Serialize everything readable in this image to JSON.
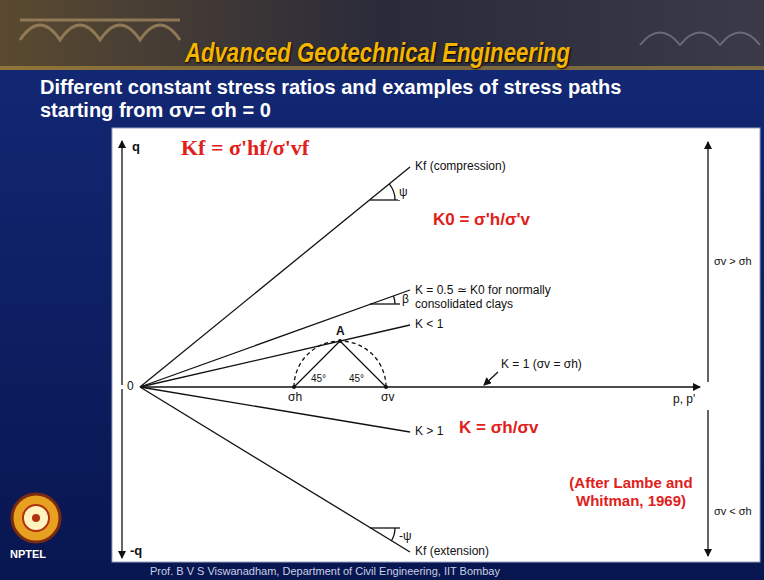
{
  "diagram": {
    "title": "Different constant stress ratios and examples of stress paths starting from σv= σh = 0",
    "labels": [
      "Advanced Geotechnical Engineering",
      "q",
      "-q",
      "0",
      "Kf = σ'hf/σ'vf",
      "Kf (compression)",
      "ψ",
      "K0 = σ'h/σ'v",
      "K = 0.5 ≃ K0 for normally consolidated clays",
      "β",
      "K < 1",
      "A",
      "45°",
      "45°",
      "σh",
      "σv",
      "K = 1 (σv = σh)",
      "K = σh/σv",
      "K > 1",
      "p, p'",
      "σv > σh",
      "σv < σh",
      "-ψ",
      "Kf (extension)",
      "(After Lambe and Whitman, 1969)",
      "NPTEL",
      "Prof. B V S Viswanadham, Department of Civil Engineering, IIT Bombay"
    ]
  }
}
